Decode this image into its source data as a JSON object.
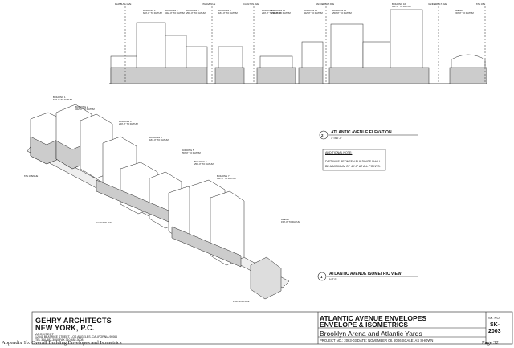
{
  "title_block": {
    "firm_line1": "GEHRY ARCHITECTS",
    "firm_line2": "NEW YORK, P.C.",
    "role": "ARCHITECT",
    "address": "12541 BEATRICE STREET, LOS ANGELES, CALIFORNIA 90066",
    "tel": "TEL 310-482-3000   FAX 310-482-3008",
    "title_line1": "ATLANTIC AVENUE ENVELOPES",
    "title_line2": "ENVELOPE & ISOMETRICS",
    "project": "Brooklyn Arena and Atlantic Yards",
    "meta": "PROJECT NO.: 2063-03   DATE: NOVEMBER 08, 2006   SCALE: AS SHOWN",
    "sk_label": "SK. NO.",
    "sk_prefix": "SK-",
    "sk_number": "2003"
  },
  "views": {
    "elevation_number": "2",
    "elevation_title": "ATLANTIC AVENUE ELEVATION",
    "elevation_scale": "1\"=60'-0\"",
    "iso_number": "1",
    "iso_title": "ATLANTIC AVENUE ISOMETRIC VIEW",
    "iso_scale": "N.T.S."
  },
  "notes": {
    "heading": "ADDITIONAL NOTE:",
    "line1": "DISTANCE BETWEEN BUILDINGS SHALL",
    "line2": "BE A MINIMUM OF 40'-0\" AT ALL POINTS."
  },
  "elevation_tags": [
    {
      "name": "BUILDING 1",
      "height": "620'-0\" TO DATUM"
    },
    {
      "name": "BUILDING 2",
      "height": "322'-0\" TO DATUM"
    },
    {
      "name": "BUILDING 3",
      "height": "250'-0\" TO DATUM"
    },
    {
      "name": "BUILDING 4",
      "height": "184'-0\" TO DATUM"
    },
    {
      "name": "BUILDING 5",
      "height": "250'-0\" TO DATUM"
    },
    {
      "name": "BUILDING 15",
      "height": "250'-0\" TO DATUM"
    },
    {
      "name": "BUILDING 16",
      "height": "322'-0\" TO DATUM"
    },
    {
      "name": "BUILDING 15",
      "height": "250'-0\" TO DATUM"
    },
    {
      "name": "BUILDING 16",
      "height": "322'-0\" TO DATUM"
    },
    {
      "name": "ARENA",
      "height": "150'-0\" TO DATUM"
    }
  ],
  "street_labels": [
    "FLATBUSH AVE",
    "6TH AVENUE",
    "CARLTON AVE",
    "VANDERBILT AVE",
    "VANDERBILT AVE",
    "6TH AVE"
  ],
  "iso_tags": [
    {
      "name": "BUILDING 1",
      "height": "620'-0\" TO DATUM"
    },
    {
      "name": "BUILDING 2",
      "height": "322'-0\" TO DATUM"
    },
    {
      "name": "BUILDING 3",
      "height": "250'-0\" TO DATUM"
    },
    {
      "name": "BUILDING 4",
      "height": "184'-0\" TO DATUM"
    },
    {
      "name": "BUILDING 5",
      "height": "250'-0\" TO DATUM"
    },
    {
      "name": "BUILDING 6",
      "height": "250'-0\" TO DATUM"
    },
    {
      "name": "BUILDING 7",
      "height": "322'-0\" TO DATUM"
    },
    {
      "name": "ARENA",
      "height": "150'-0\" TO DATUM"
    }
  ],
  "iso_street_labels": [
    "6TH AVENUE",
    "CARLTON AVE",
    "FLATBUSH AVE"
  ],
  "footer": {
    "left": "Appendix 1b:  Overall Building Envelopes and Isometrics",
    "right": "Page 32"
  }
}
